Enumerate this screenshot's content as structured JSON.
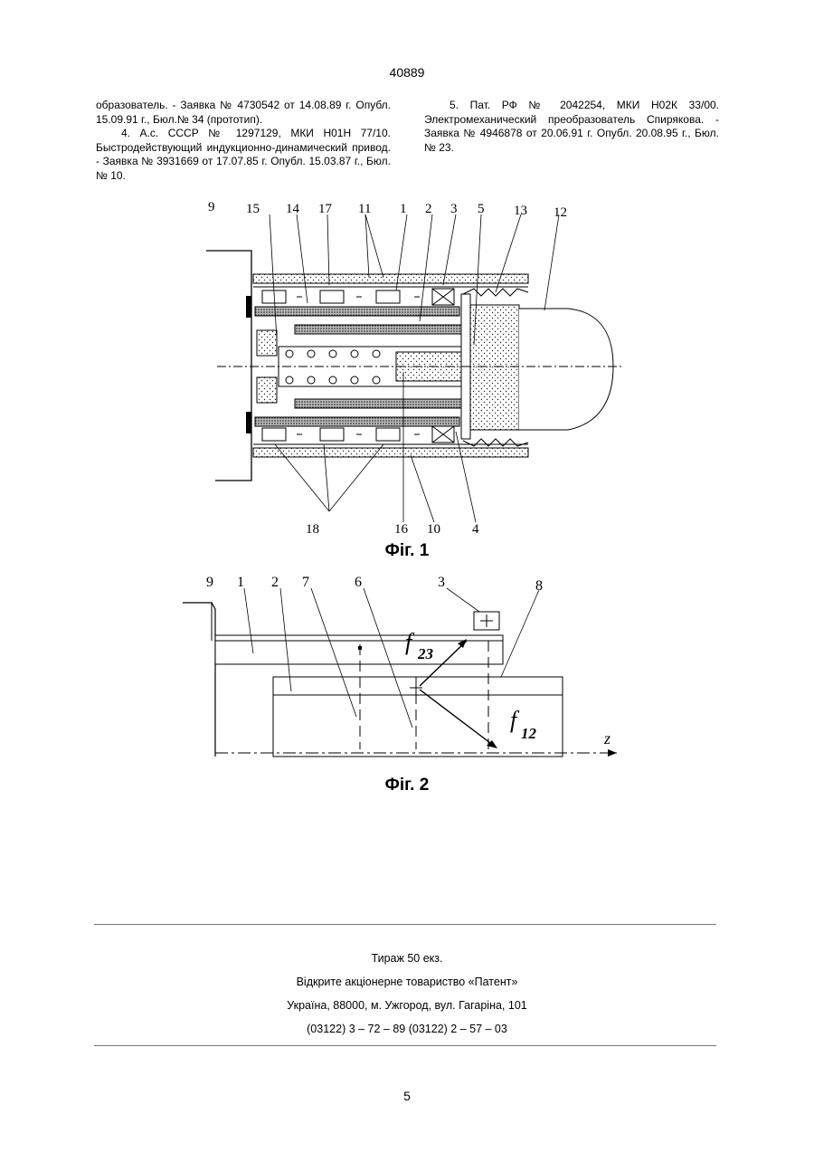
{
  "header": {
    "doc_number": "40889"
  },
  "references": {
    "left": [
      {
        "text": "образователь. - Заявка № 4730542 от 14.08.89 г. Опубл. 15.09.91 г., Бюл.№ 34 (прототип).",
        "indent": false
      },
      {
        "text": "4. А.с. СССР № 1297129, МКИ Н01Н 77/10. Быстродействующий индукционно-динамический привод. - Заявка № 3931669 от 17.07.85 г. Опубл. 15.03.87 г., Бюл. № 10.",
        "indent": true
      }
    ],
    "right": [
      {
        "text": "5. Пат. РФ № 2042254, МКИ Н02К 33/00. Электромеханический преобразователь Спирякова. - Заявка № 4946878 от 20.06.91 г. Опубл. 20.08.95 г., Бюл. № 23.",
        "indent": true
      }
    ]
  },
  "figure1": {
    "caption": "Фіг. 1",
    "labels": [
      "9",
      "15",
      "14",
      "17",
      "11",
      "1",
      "2",
      "3",
      "5",
      "13",
      "12",
      "18",
      "16",
      "10",
      "4"
    ]
  },
  "figure2": {
    "caption": "Фіг. 2",
    "labels": [
      "9",
      "1",
      "2",
      "7",
      "6",
      "3",
      "8",
      "f",
      "23",
      "f",
      "12",
      "z"
    ]
  },
  "footer": {
    "lines": [
      "Тираж 50 екз.",
      "Відкрите акціонерне товариство «Патент»",
      "Україна, 88000, м. Ужгород, вул. Гагаріна, 101",
      "(03122) 3 – 72 – 89   (03122) 2 – 57 – 03"
    ]
  },
  "page": {
    "number": "5"
  }
}
